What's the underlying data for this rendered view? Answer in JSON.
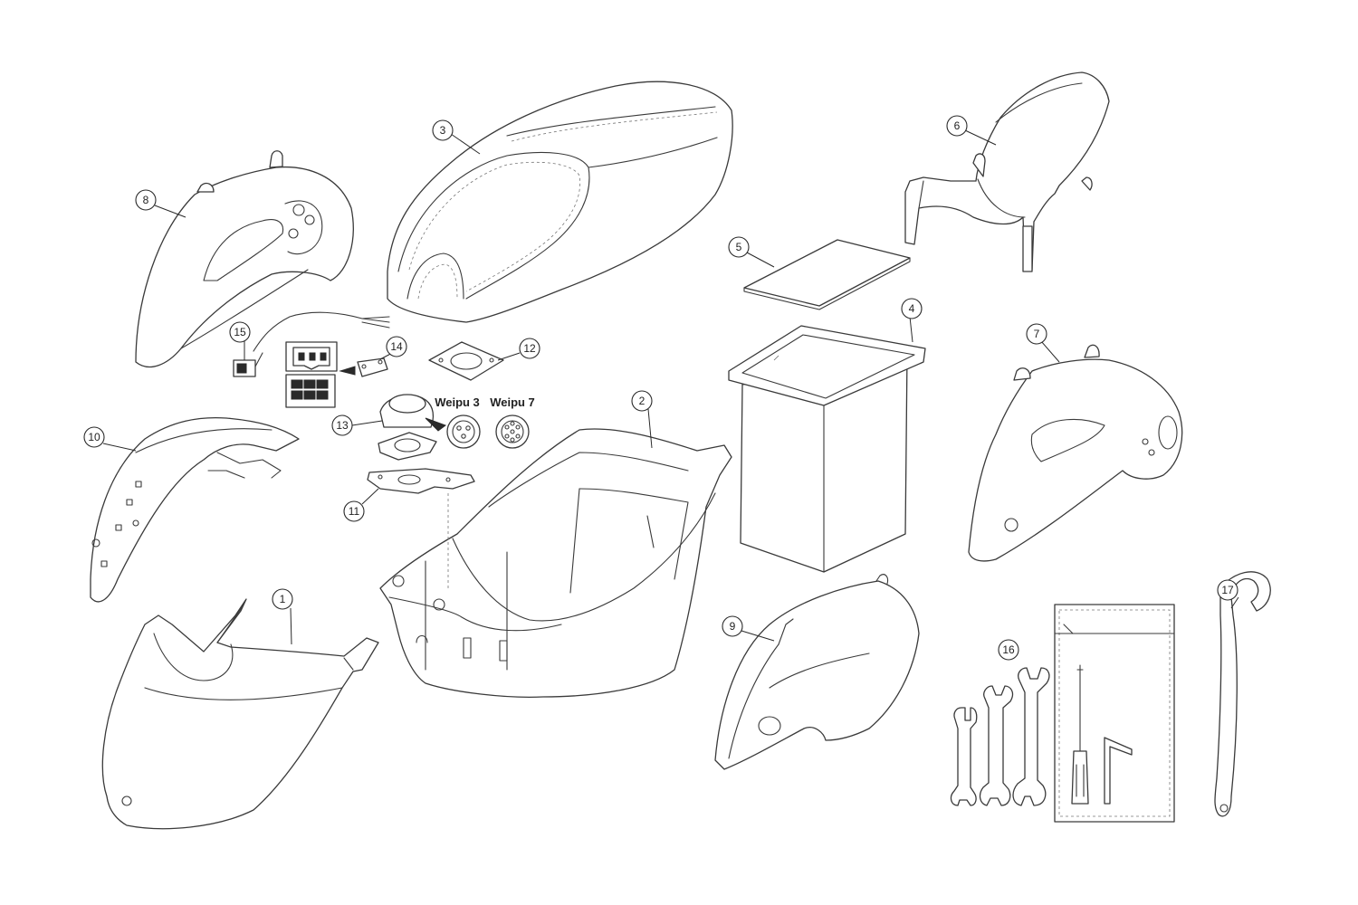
{
  "callouts": [
    "1",
    "2",
    "3",
    "4",
    "5",
    "6",
    "7",
    "8",
    "9",
    "10",
    "11",
    "12",
    "13",
    "14",
    "15",
    "16",
    "17"
  ],
  "connector_labels": {
    "weipu3": "Weipu 3",
    "weipu7": "Weipu 7"
  },
  "colors": {
    "line": "#3a3a3a",
    "background": "#ffffff"
  }
}
